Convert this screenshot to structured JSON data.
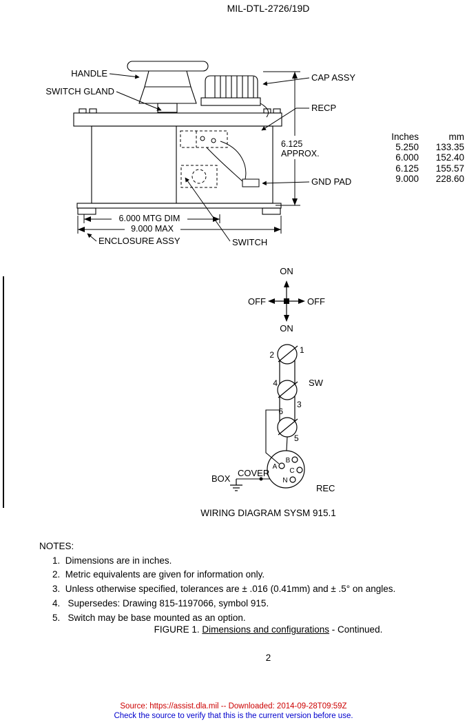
{
  "header": {
    "title": "MIL-DTL-2726/19D"
  },
  "drawing": {
    "labels": {
      "handle": "HANDLE",
      "switch_gland": "SWITCH GLAND",
      "cap_assy": "CAP ASSY",
      "recp": "RECP",
      "gnd_pad": "GND PAD",
      "height_dim": "6.125",
      "height_approx": "APPROX.",
      "mtg_dim": "6.000 MTG DIM",
      "max_dim": "9.000 MAX",
      "enclosure_assy": "ENCLOSURE ASSY",
      "switch": "SWITCH"
    },
    "conversion_table": {
      "headers": [
        "Inches",
        "mm"
      ],
      "rows": [
        [
          "5.250",
          "133.35"
        ],
        [
          "6.000",
          "152.40"
        ],
        [
          "6.125",
          "155.57"
        ],
        [
          "9.000",
          "228.60"
        ]
      ]
    }
  },
  "wiring": {
    "title": "WIRING DIAGRAM SYSM 915.1",
    "positions": {
      "on_top": "ON",
      "on_bottom": "ON",
      "off_left": "OFF",
      "off_right": "OFF"
    },
    "switch_label": "SW",
    "receptacle_label": "REC",
    "box_label": "BOX",
    "cover_label": "COVER",
    "terminals": [
      "1",
      "2",
      "3",
      "4",
      "5",
      "6"
    ],
    "pins": [
      "A",
      "B",
      "C",
      "N"
    ]
  },
  "notes": {
    "heading": "NOTES:",
    "items": [
      "1.  Dimensions are in inches.",
      "2.  Metric equivalents are given for information only.",
      "3.  Unless otherwise specified, tolerances are ± .016 (0.41mm) and ± .5° on angles.",
      "4.   Supersedes: Drawing 815-1197066, symbol 915.",
      "5.   Switch may be base mounted as an option."
    ]
  },
  "figure_caption": {
    "prefix": "FIGURE 1. ",
    "underlined": "Dimensions and configurations",
    "suffix": " - Continued."
  },
  "page_number": "2",
  "footer": {
    "source_line": "Source: https://assist.dla.mil -- Downloaded: 2014-09-28T09:59Z",
    "notice_line": "Check the source to verify that this is the current version before use.",
    "source_color": "#cc0000",
    "notice_color": "#0000cc"
  }
}
